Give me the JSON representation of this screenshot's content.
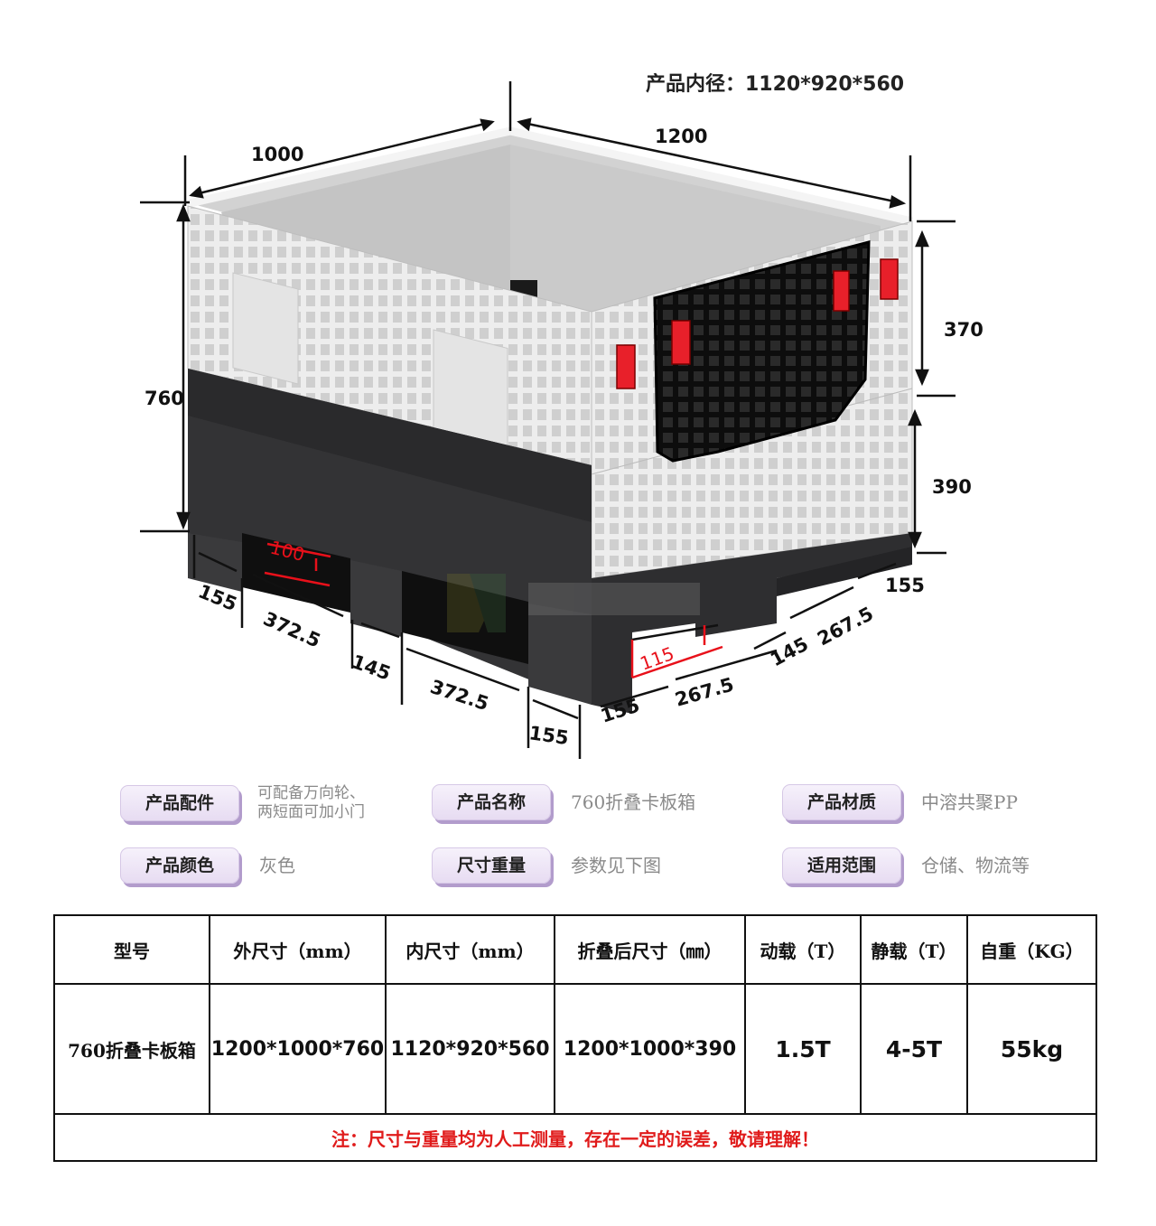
{
  "inner_dims_label": "产品内径：1120*920*560",
  "dimensions": {
    "length_top": "1000",
    "width_top": "1200",
    "height_total": "760",
    "height_upper": "370",
    "height_lower": "390",
    "front_left_edge": "155",
    "front_span_1": "372.5",
    "front_gap": "145",
    "front_span_2": "372.5",
    "front_right_edge": "155",
    "side_corner": "155",
    "side_span_front": "267.5",
    "side_gap": "145",
    "side_span_back": "267.5",
    "side_back_edge": "155",
    "fork_height_front": "100",
    "fork_height_side": "115"
  },
  "specs": [
    {
      "label": "产品配件",
      "value": "可配备万向轮、\n两短面可加小门"
    },
    {
      "label": "产品名称",
      "value": "760折叠卡板箱"
    },
    {
      "label": "产品材质",
      "value": "中溶共聚PP"
    },
    {
      "label": "产品颜色",
      "value": "灰色"
    },
    {
      "label": "尺寸重量",
      "value": "参数见下图"
    },
    {
      "label": "适用范围",
      "value": "仓储、物流等"
    }
  ],
  "table": {
    "headers": [
      "型号",
      "外尺寸（mm）",
      "内尺寸（mm）",
      "折叠后尺寸（㎜）",
      "动载（T）",
      "静载（T）",
      "自重（KG）"
    ],
    "row": [
      "760折叠卡板箱",
      "1200*1000*760",
      "1120*920*560",
      "1200*1000*390",
      "1.5T",
      "4-5T",
      "55kg"
    ],
    "note": "注：尺寸与重量均为人工测量，存在一定的误差，敬请理解！"
  },
  "colors": {
    "box_light": "#ececec",
    "box_base": "#2e2e30",
    "door": "#151515",
    "latch_red": "#e8202a",
    "note_red": "#e01b1b",
    "chip_bg": "#ece3f5"
  }
}
